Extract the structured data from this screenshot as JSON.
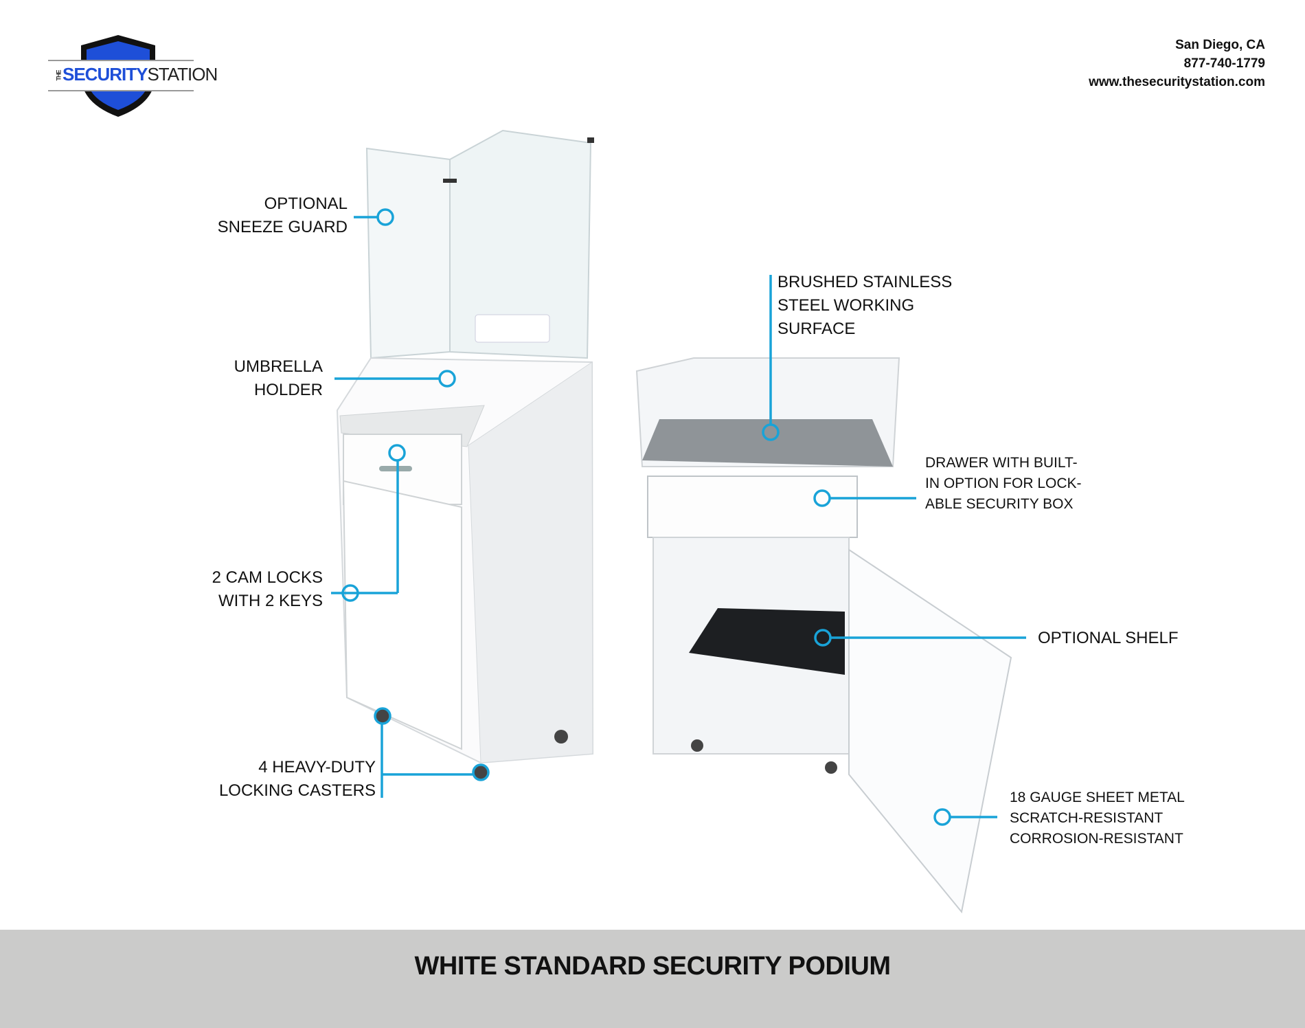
{
  "logo": {
    "the": "THE",
    "security": "SECURITY",
    "station": "STATION"
  },
  "contact": {
    "city": "San Diego, CA",
    "phone": "877-740-1779",
    "website": "www.thesecuritystation.com"
  },
  "callouts": {
    "sneeze_guard": [
      "OPTIONAL",
      "SNEEZE GUARD"
    ],
    "umbrella": [
      "UMBRELLA",
      "HOLDER"
    ],
    "cam_locks": [
      "2 CAM LOCKS",
      "WITH 2 KEYS"
    ],
    "casters": [
      "4 HEAVY-DUTY",
      "LOCKING CASTERS"
    ],
    "surface": [
      "BRUSHED STAINLESS",
      "STEEL WORKING",
      "SURFACE"
    ],
    "drawer": [
      "DRAWER WITH BUILT-",
      "IN OPTION FOR LOCK-",
      "ABLE SECURITY BOX"
    ],
    "shelf": [
      "OPTIONAL SHELF"
    ],
    "metal": [
      "18 GAUGE SHEET METAL",
      "SCRATCH-RESISTANT",
      "CORROSION-RESISTANT"
    ]
  },
  "footer": {
    "title": "WHITE STANDARD SECURITY PODIUM"
  },
  "colors": {
    "accent": "#19a3d8",
    "footer_bg": "#cbcbca",
    "logo_blue": "#1e4fd8"
  }
}
